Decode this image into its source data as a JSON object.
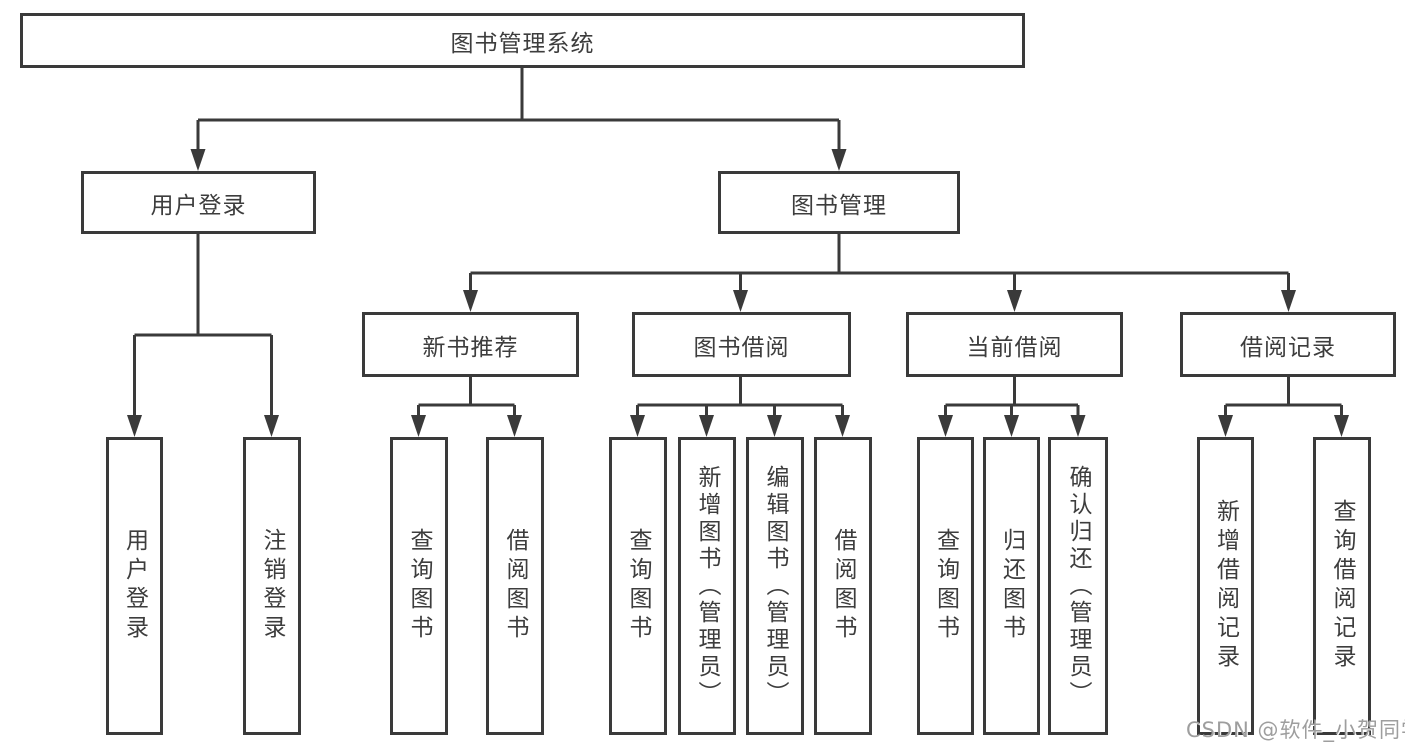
{
  "diagram": {
    "type": "hierarchy-tree",
    "colors": {
      "line": "#3a3a3a",
      "border": "#3a3a3a",
      "text": "#3d3d3d",
      "box_fill": "#ffffff",
      "background": "#ffffff",
      "watermark": "#9e9e9e"
    },
    "nodes": {
      "root": {
        "label": "图书管理系统"
      },
      "user_login": {
        "label": "用户登录"
      },
      "book_mgmt": {
        "label": "图书管理"
      },
      "new_books": {
        "label": "新书推荐"
      },
      "book_borrow": {
        "label": "图书借阅"
      },
      "current_borrow": {
        "label": "当前借阅"
      },
      "borrow_records": {
        "label": "借阅记录"
      },
      "v_user_login": {
        "label": "用户登录"
      },
      "v_logout": {
        "label": "注销登录"
      },
      "v_query_books_1": {
        "label": "查询图书"
      },
      "v_borrow_books_1": {
        "label": "借阅图书"
      },
      "v_query_books_2": {
        "label": "查询图书"
      },
      "v_add_books": {
        "label": "新增图书（管理员）"
      },
      "v_edit_books": {
        "label": "编辑图书（管理员）"
      },
      "v_borrow_books_2": {
        "label": "借阅图书"
      },
      "v_query_books_3": {
        "label": "查询图书"
      },
      "v_return_books": {
        "label": "归还图书"
      },
      "v_confirm_return": {
        "label": "确认归还（管理员）"
      },
      "v_add_record": {
        "label": "新增借阅记录"
      },
      "v_query_record": {
        "label": "查询借阅记录"
      }
    },
    "tree": {
      "root": [
        "user_login",
        "book_mgmt"
      ],
      "user_login": [
        "v_user_login",
        "v_logout"
      ],
      "book_mgmt": [
        "new_books",
        "book_borrow",
        "current_borrow",
        "borrow_records"
      ],
      "new_books": [
        "v_query_books_1",
        "v_borrow_books_1"
      ],
      "book_borrow": [
        "v_query_books_2",
        "v_add_books",
        "v_edit_books",
        "v_borrow_books_2"
      ],
      "current_borrow": [
        "v_query_books_3",
        "v_return_books",
        "v_confirm_return"
      ],
      "borrow_records": [
        "v_add_record",
        "v_query_record"
      ]
    }
  },
  "watermark": {
    "text": "CSDN @软件_小贺同学"
  }
}
